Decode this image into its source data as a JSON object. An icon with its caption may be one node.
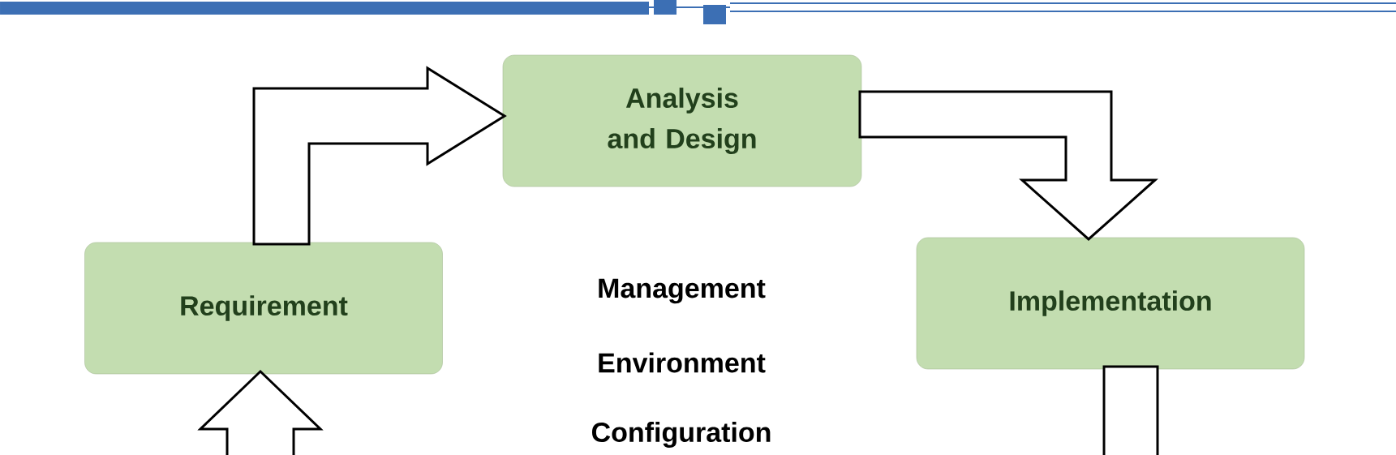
{
  "diagram": {
    "nodes": [
      {
        "text": [
          "Analysis and Design"
        ]
      },
      {
        "text": [
          "Requirement"
        ]
      },
      {
        "text": [
          "Implementation"
        ]
      }
    ],
    "edges": [
      {
        "from": 1,
        "to": 0,
        "arrow": "to"
      },
      {
        "from": 0,
        "to": 2,
        "arrow": "to"
      },
      {
        "from": null,
        "to": 1,
        "arrow": "to"
      },
      {
        "from": 2,
        "to": null,
        "arrow": "none"
      }
    ],
    "labels": [
      "Management",
      "Environment",
      "Configuration"
    ]
  }
}
